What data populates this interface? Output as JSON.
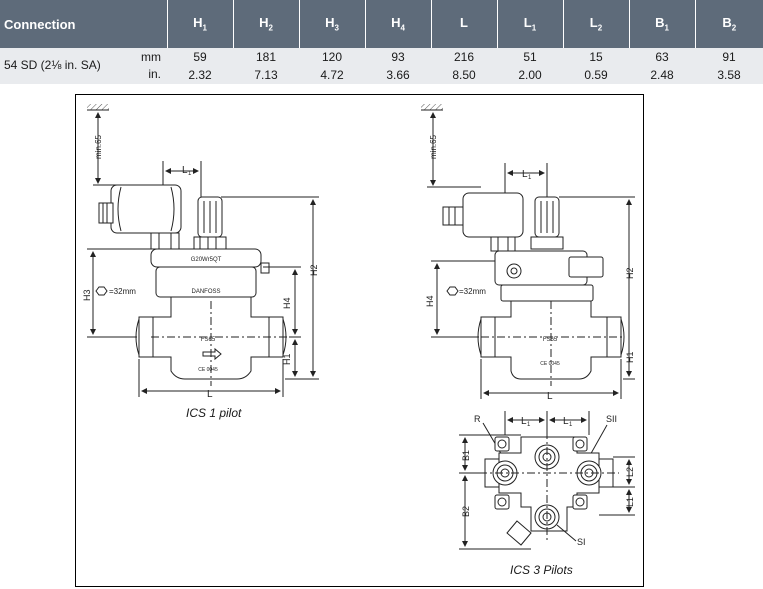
{
  "table": {
    "headers": [
      {
        "main": "Connection",
        "sub": ""
      },
      {
        "main": "H",
        "sub": "1"
      },
      {
        "main": "H",
        "sub": "2"
      },
      {
        "main": "H",
        "sub": "3"
      },
      {
        "main": "H",
        "sub": "4"
      },
      {
        "main": "L",
        "sub": ""
      },
      {
        "main": "L",
        "sub": "1"
      },
      {
        "main": "L",
        "sub": "2"
      },
      {
        "main": "B",
        "sub": "1"
      },
      {
        "main": "B",
        "sub": "2"
      }
    ],
    "connection": "54 SD (2⅛ in. SA)",
    "rows": [
      {
        "unit": "mm",
        "values": [
          "59",
          "181",
          "120",
          "93",
          "216",
          "51",
          "15",
          "63",
          "91"
        ]
      },
      {
        "unit": "in.",
        "values": [
          "2.32",
          "7.13",
          "4.72",
          "3.66",
          "8.50",
          "2.00",
          "0.59",
          "2.48",
          "3.58"
        ]
      }
    ]
  },
  "drawing": {
    "min_label": "min.65",
    "l1": "L",
    "l1_sub": "1",
    "hex_label": "=32mm",
    "h1": "H1",
    "h2": "H2",
    "h3": "H3",
    "h4": "H4",
    "l": "L",
    "l2": "L2",
    "b1": "B1",
    "b2": "B2",
    "brand": "DANFOSS",
    "marking_ics1": "G20Wr5QT",
    "body_code": "FS65",
    "ce": "CE 0045",
    "label_r": "R",
    "label_sii": "SII",
    "label_si": "SI"
  },
  "captions": {
    "ics1": "ICS 1 pilot",
    "ics3": "ICS 3 Pilots"
  }
}
